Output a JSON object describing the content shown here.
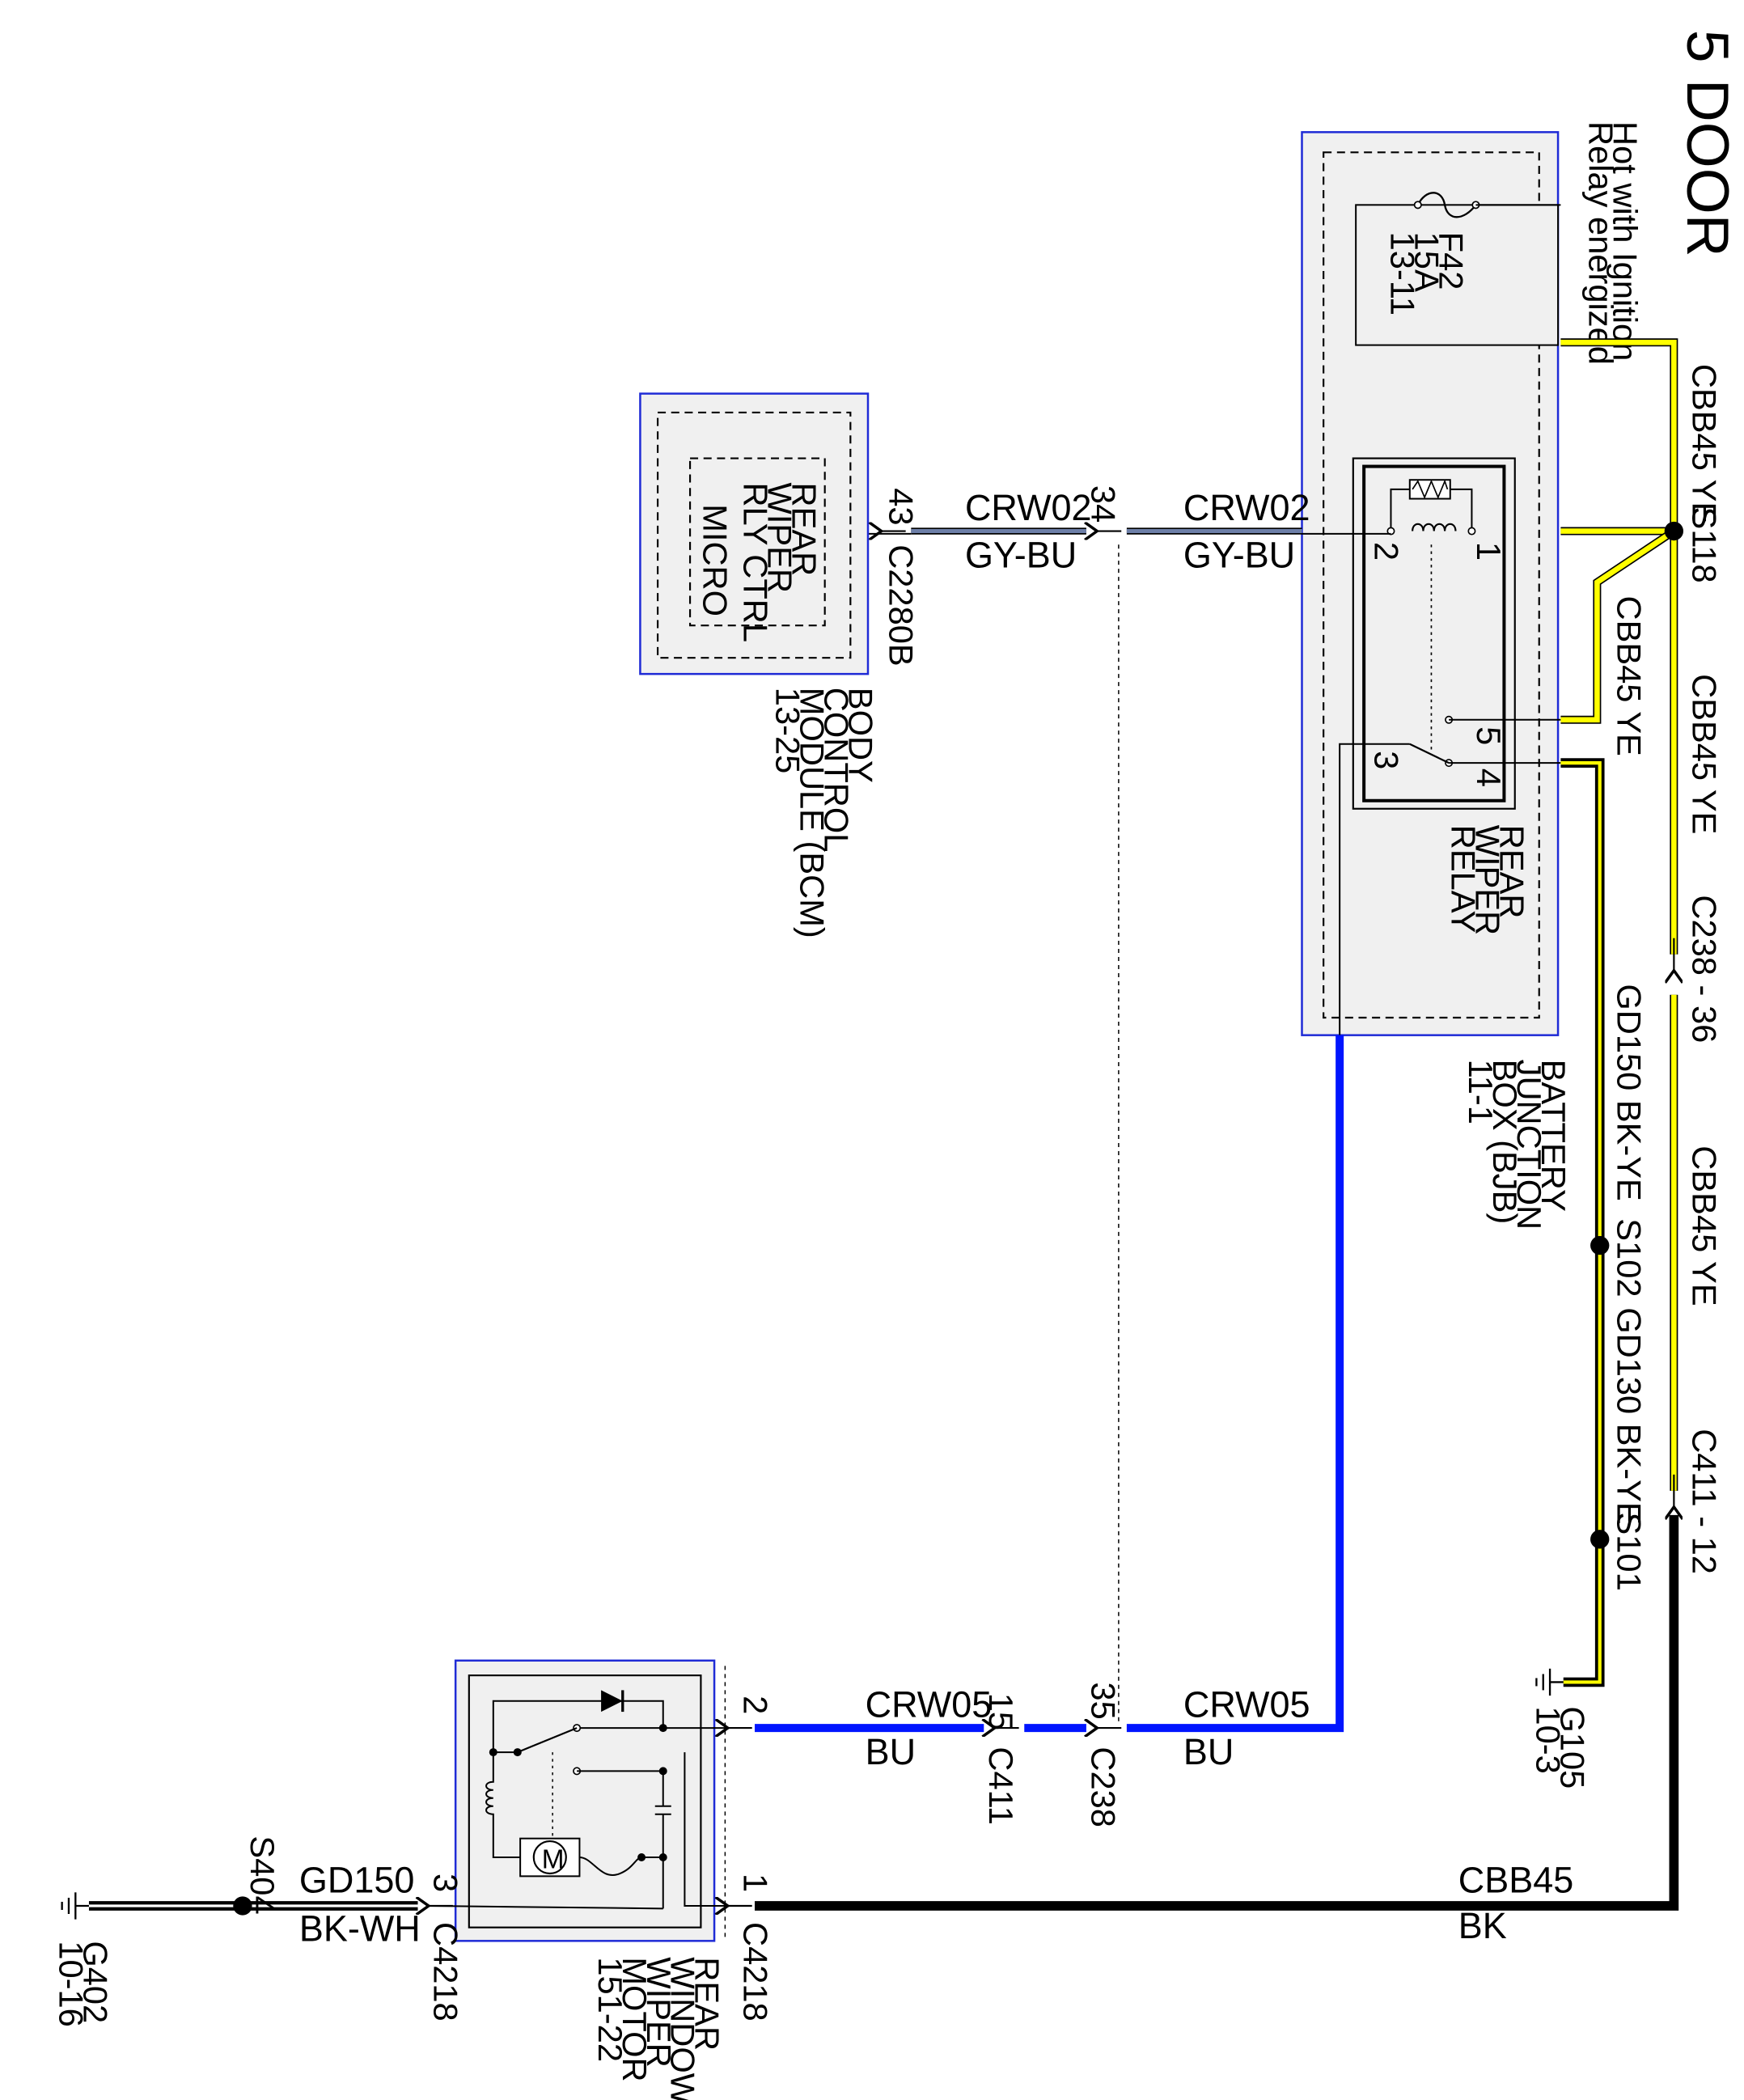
{
  "title": "5 DOOR",
  "colors": {
    "yellow": "#ffff00",
    "blue": "#0015ff",
    "black": "#000000",
    "gray_blue": "#6d7fa8",
    "module_fill": "#f0f0f0",
    "module_border": "#1f2bd6"
  },
  "modules": {
    "bjb": {
      "hot_note_1": "Hot with Ignition",
      "hot_note_2": "Relay energized",
      "fuse_name": "F42",
      "fuse_rating": "15A",
      "fuse_ref": "13-11",
      "relay_name_1": "REAR",
      "relay_name_2": "WIPER",
      "relay_name_3": "RELAY",
      "relay_pin_1": "1",
      "relay_pin_2": "2",
      "relay_pin_3": "3",
      "relay_pin_4": "4",
      "relay_pin_5": "5",
      "name_1": "BATTERY",
      "name_2": "JUNCTION",
      "name_3": "BOX (BJB)",
      "ref": "11-1"
    },
    "bcm": {
      "inner_1": "REAR",
      "inner_2": "WIPER",
      "inner_3": "RLY CTRL",
      "inner_4": "MICRO",
      "name_1": "BODY",
      "name_2": "CONTROL",
      "name_3": "MODULE (BCM)",
      "ref": "13-25"
    },
    "motor": {
      "name_1": "REAR",
      "name_2": "WINDOW",
      "name_3": "WIPER",
      "name_4": "MOTOR",
      "ref": "151-22",
      "symbol": "M"
    }
  },
  "wires": {
    "cbb45_a": "CBB45 YE",
    "s118": "S118",
    "cbb45_b": "CBB45 YE",
    "cbb45_c": "CBB45 YE",
    "c238_36": "C238 - 36",
    "cbb45_d": "CBB45 YE",
    "c411_12": "C411 - 12",
    "gd150_bkye": "GD150 BK-YE",
    "s102": "S102",
    "gd130_bkye": "GD130 BK-YE",
    "s101": "S101",
    "g105": "G105",
    "g105_ref": "10-3",
    "crw02_a": "CRW02",
    "crw02_a_color": "GY-BU",
    "crw02_b": "CRW02",
    "crw02_b_color": "GY-BU",
    "pin_34": "34",
    "pin_43": "43",
    "c2280b": "C2280B",
    "crw05_a": "CRW05",
    "crw05_a_color": "BU",
    "crw05_b": "CRW05",
    "crw05_b_color": "BU",
    "pin_35": "35",
    "c238": "C238",
    "pin_15": "15",
    "c411": "C411",
    "pin_2": "2",
    "pin_1": "1",
    "c4218_a": "C4218",
    "cbb45_bk": "CBB45",
    "cbb45_bk_color": "BK",
    "pin_3": "3",
    "c4218_b": "C4218",
    "gd150": "GD150",
    "gd150_color": "BK-WH",
    "s404": "S404",
    "g402": "G402",
    "g402_ref": "10-16"
  }
}
